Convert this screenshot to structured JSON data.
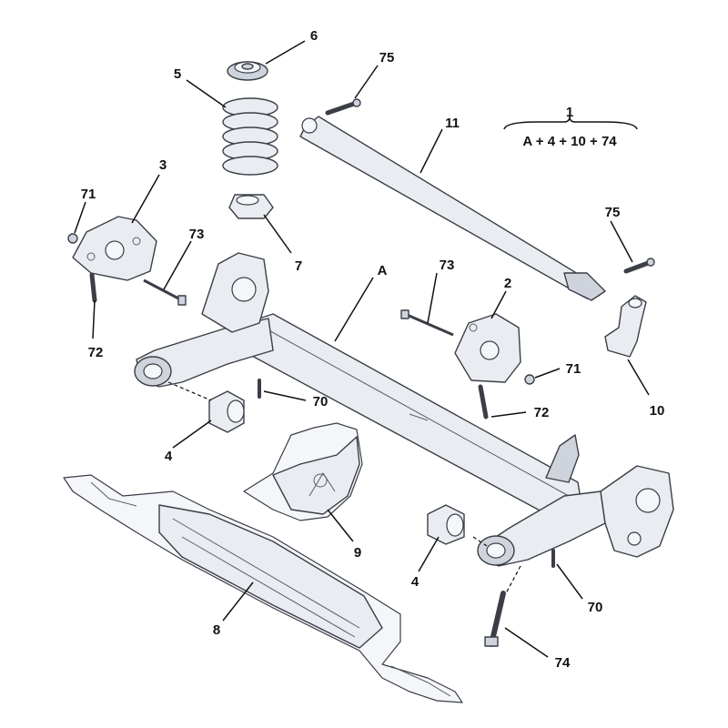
{
  "formula": {
    "number": "1",
    "expression": "A + 4 + 10 + 74"
  },
  "labels": {
    "A": "A",
    "p2": "2",
    "p3": "3",
    "p4a": "4",
    "p4b": "4",
    "p5": "5",
    "p6": "6",
    "p7": "7",
    "p8": "8",
    "p9": "9",
    "p10": "10",
    "p11": "11",
    "p70a": "70",
    "p70b": "70",
    "p71a": "71",
    "p71b": "71",
    "p72a": "72",
    "p72b": "72",
    "p73a": "73",
    "p73b": "73",
    "p74": "74",
    "p75a": "75",
    "p75b": "75"
  }
}
